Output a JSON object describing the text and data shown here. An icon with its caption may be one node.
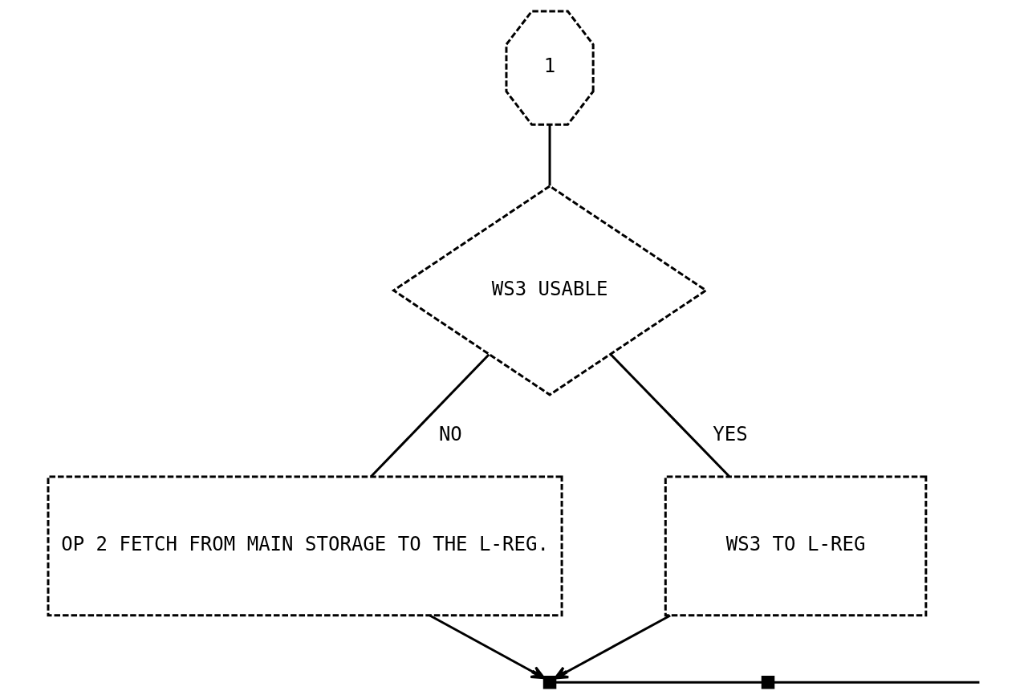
{
  "diagram": {
    "nodes": [
      {
        "text": [
          "1"
        ]
      },
      {
        "text": [
          "WS3 USABLE"
        ]
      },
      {
        "text": [
          "OP 2 FETCH FROM MAIN STORAGE TO THE L-REG."
        ]
      },
      {
        "text": [
          "WS3 TO L-REG"
        ]
      },
      {
        "text": [],
        "shape": "box"
      },
      {
        "text": [],
        "shape": "box"
      }
    ],
    "edges": [
      {
        "from": 0,
        "to": 1,
        "arrow": "none"
      },
      {
        "from": 1,
        "to": 2,
        "arrow": "none",
        "label": "NO"
      },
      {
        "from": 1,
        "to": 3,
        "arrow": "none",
        "label": "YES"
      },
      {
        "from": 2,
        "to": 4,
        "arrow": "to"
      },
      {
        "from": 3,
        "to": 4,
        "arrow": "to"
      },
      {
        "from": 4,
        "to": 5,
        "arrow": "none"
      },
      {
        "from": 5,
        "to": null,
        "arrow": "none"
      }
    ]
  }
}
